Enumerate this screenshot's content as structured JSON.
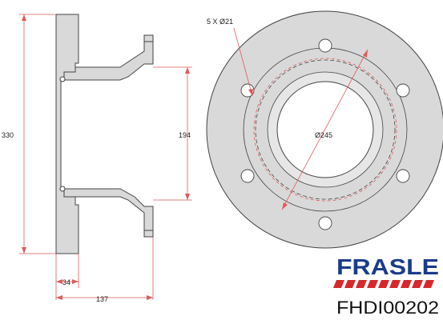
{
  "dimensions": {
    "overall_diameter": "330",
    "hub_diameter": "194",
    "hub_offset": "34",
    "total_width": "137",
    "bolt_holes": "5 X Ø21",
    "bolt_circle": "Ø245"
  },
  "brand": {
    "name": "FRASLE",
    "part_number": "FHDI00202",
    "colors": {
      "primary": "#1a3c8c",
      "stripe": "#d6282c"
    }
  },
  "colors": {
    "part_fill": "#d9d9d9",
    "outline": "#444444",
    "dimension_line": "#e05a5a"
  }
}
